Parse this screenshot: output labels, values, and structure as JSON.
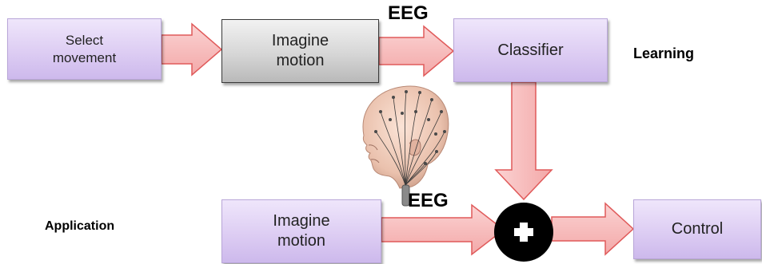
{
  "boxes": {
    "select_movement": "Select\nmovement",
    "imagine_motion_top": "Imagine\nmotion",
    "classifier": "Classifier",
    "imagine_motion_bottom": "Imagine\nmotion",
    "control": "Control"
  },
  "labels": {
    "eeg_top": "EEG",
    "eeg_bottom": "EEG",
    "learning": "Learning",
    "application": "Application"
  },
  "colors": {
    "box_purple": "#ddcdf3",
    "box_gray": "#d6d6d6",
    "arrow_pink": "#f7bcbc",
    "arrow_outline": "#e05a5a",
    "combiner": "#000000"
  },
  "icons": {
    "combiner": "plus-icon",
    "head": "eeg-head-illustration"
  }
}
